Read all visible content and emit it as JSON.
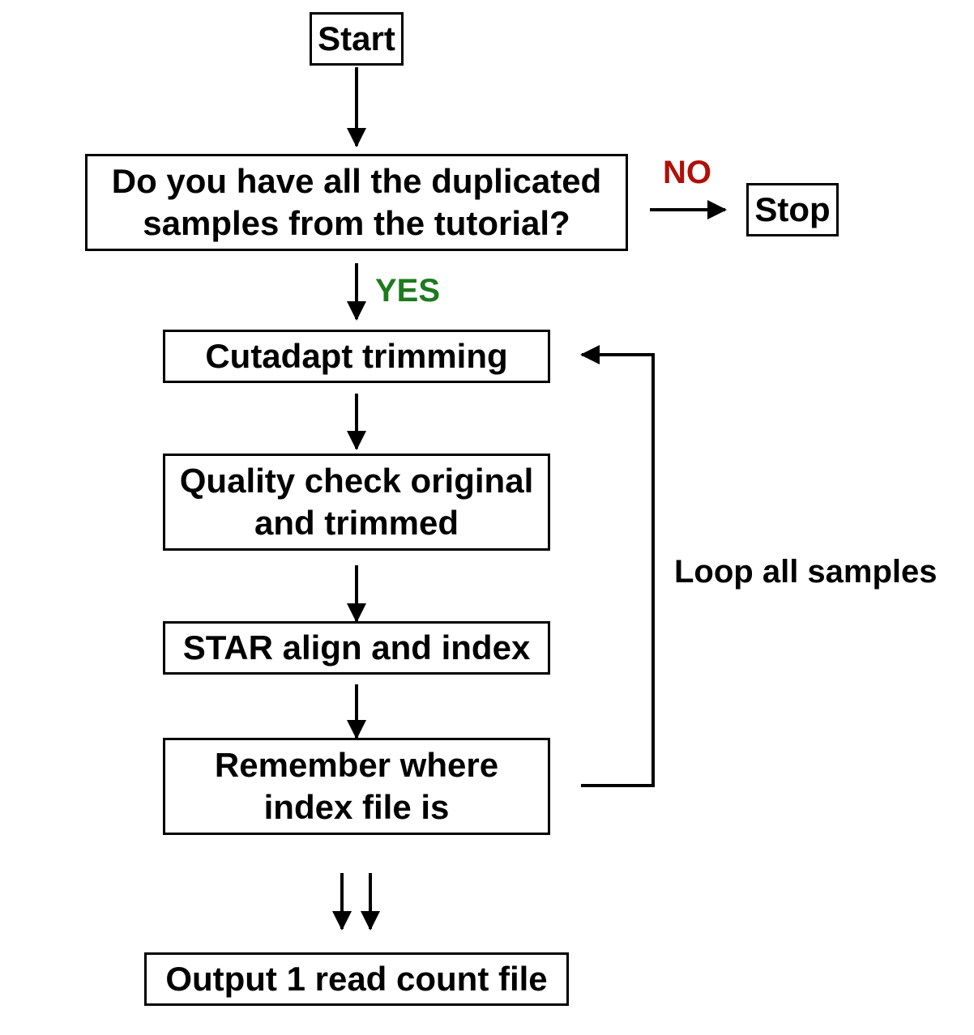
{
  "nodes": {
    "start": "Start",
    "decision": "Do you have all the duplicated\nsamples from the tutorial?",
    "stop": "Stop",
    "cutadapt": "Cutadapt trimming",
    "quality": "Quality check original\nand trimmed",
    "star": "STAR align and index",
    "remember": "Remember where\nindex file is",
    "output": "Output 1 read count file"
  },
  "edge_labels": {
    "no": "NO",
    "yes": "YES",
    "loop": "Loop all samples"
  },
  "colors": {
    "no": "#b00f0a",
    "yes": "#1e7a1e",
    "stroke": "#000000"
  }
}
